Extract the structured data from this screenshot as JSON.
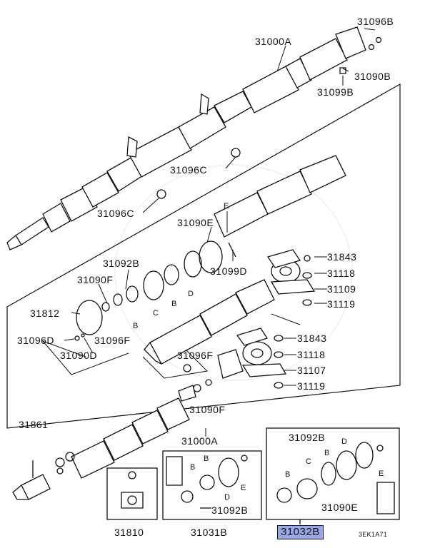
{
  "callouts": {
    "p31000A_top": "31000A",
    "p31096B": "31096B",
    "p31090B": "31090B",
    "p31099B": "31099B",
    "p31096C_a": "31096C",
    "p31096C_b": "31096C",
    "p31090E_a": "31090E",
    "pE_a": "E",
    "p31099D": "31099D",
    "p31092B_a": "31092B",
    "p31090F_a": "31090F",
    "pB_1": "B",
    "pC_1": "C",
    "pB_2": "B",
    "pD_1": "D",
    "p31812": "31812",
    "p31096D": "31096D",
    "p31096F_a": "31096F",
    "p31090D": "31090D",
    "p31843_a": "31843",
    "p31118_a": "31118",
    "p31109": "31109",
    "p31119_a": "31119",
    "p31843_b": "31843",
    "p31118_b": "31118",
    "p31107": "31107",
    "p31119_b": "31119",
    "p31096F_b": "31096F",
    "p31090F_b": "31090F",
    "p31861": "31861",
    "p31000A_bottom": "31000A",
    "p31810": "31810",
    "k_B_1": "B",
    "k_B_2": "B",
    "k_D": "D",
    "k_E": "E",
    "p31092B_b": "31092B",
    "p31031B": "31031B",
    "k2_31092B": "31092B",
    "k2_B_1": "B",
    "k2_C": "C",
    "k2_B_2": "B",
    "k2_D": "D",
    "k2_E": "E",
    "p31090E_b": "31090E",
    "p31032B": "31032B",
    "ref_code": "3EK1A71"
  },
  "colors": {
    "line": "#111111",
    "highlight": "#9aa7e6"
  }
}
